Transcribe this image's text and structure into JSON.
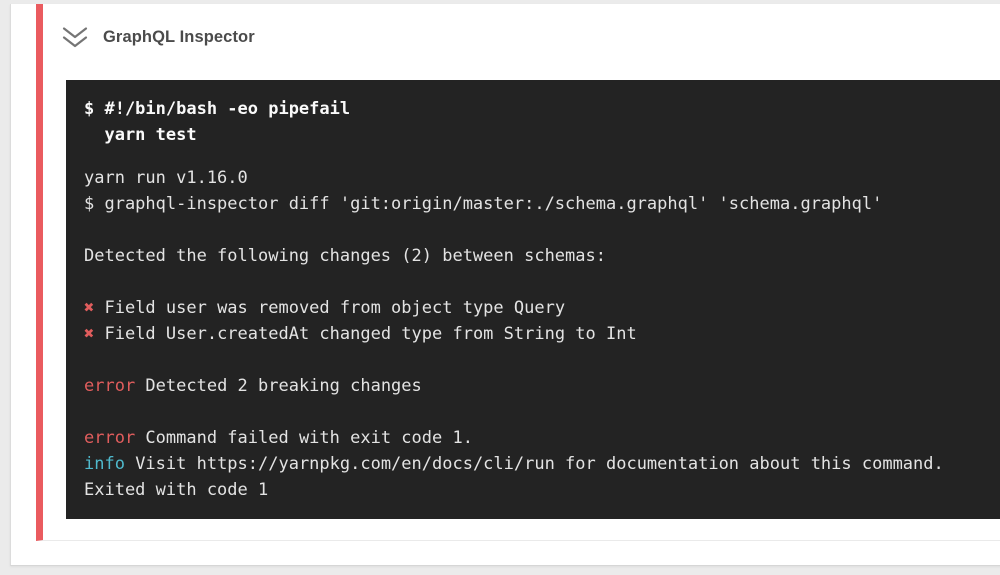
{
  "colors": {
    "page_bg": "#ebebeb",
    "accent_red": "#ea5b5f",
    "terminal_bg": "#232323",
    "terminal_text": "#e3e3e3",
    "error_red": "#e05d5d",
    "info_cyan": "#4fb9cc"
  },
  "header": {
    "title": "GraphQL Inspector",
    "collapse_icon": "double-chevron-down-icon"
  },
  "terminal": {
    "command_lines": [
      {
        "segments": [
          {
            "text": "$ #!/bin/bash -eo pipefail",
            "style": "bold"
          }
        ]
      },
      {
        "segments": [
          {
            "text": "  yarn test",
            "style": "bold"
          }
        ]
      }
    ],
    "output_lines": [
      {
        "segments": [
          {
            "text": "yarn run v1.16.0",
            "style": "plain"
          }
        ]
      },
      {
        "segments": [
          {
            "text": "$ graphql-inspector diff 'git:origin/master:./schema.graphql' 'schema.graphql'",
            "style": "plain"
          }
        ]
      },
      {
        "segments": []
      },
      {
        "segments": [
          {
            "text": "Detected the following changes (2) between schemas:",
            "style": "plain"
          }
        ]
      },
      {
        "segments": []
      },
      {
        "segments": [
          {
            "text": "✖",
            "style": "red"
          },
          {
            "text": " Field user was removed from object type Query",
            "style": "plain"
          }
        ]
      },
      {
        "segments": [
          {
            "text": "✖",
            "style": "red"
          },
          {
            "text": " Field User.createdAt changed type from String to Int",
            "style": "plain"
          }
        ]
      },
      {
        "segments": []
      },
      {
        "segments": [
          {
            "text": "error",
            "style": "red"
          },
          {
            "text": " Detected 2 breaking changes",
            "style": "plain"
          }
        ]
      },
      {
        "segments": []
      },
      {
        "segments": [
          {
            "text": "error",
            "style": "red"
          },
          {
            "text": " Command failed with exit code 1.",
            "style": "plain"
          }
        ]
      },
      {
        "segments": [
          {
            "text": "info",
            "style": "cyan"
          },
          {
            "text": " Visit https://yarnpkg.com/en/docs/cli/run for documentation about this command.",
            "style": "plain"
          }
        ]
      },
      {
        "segments": [
          {
            "text": "Exited with code 1",
            "style": "plain"
          }
        ]
      }
    ]
  }
}
